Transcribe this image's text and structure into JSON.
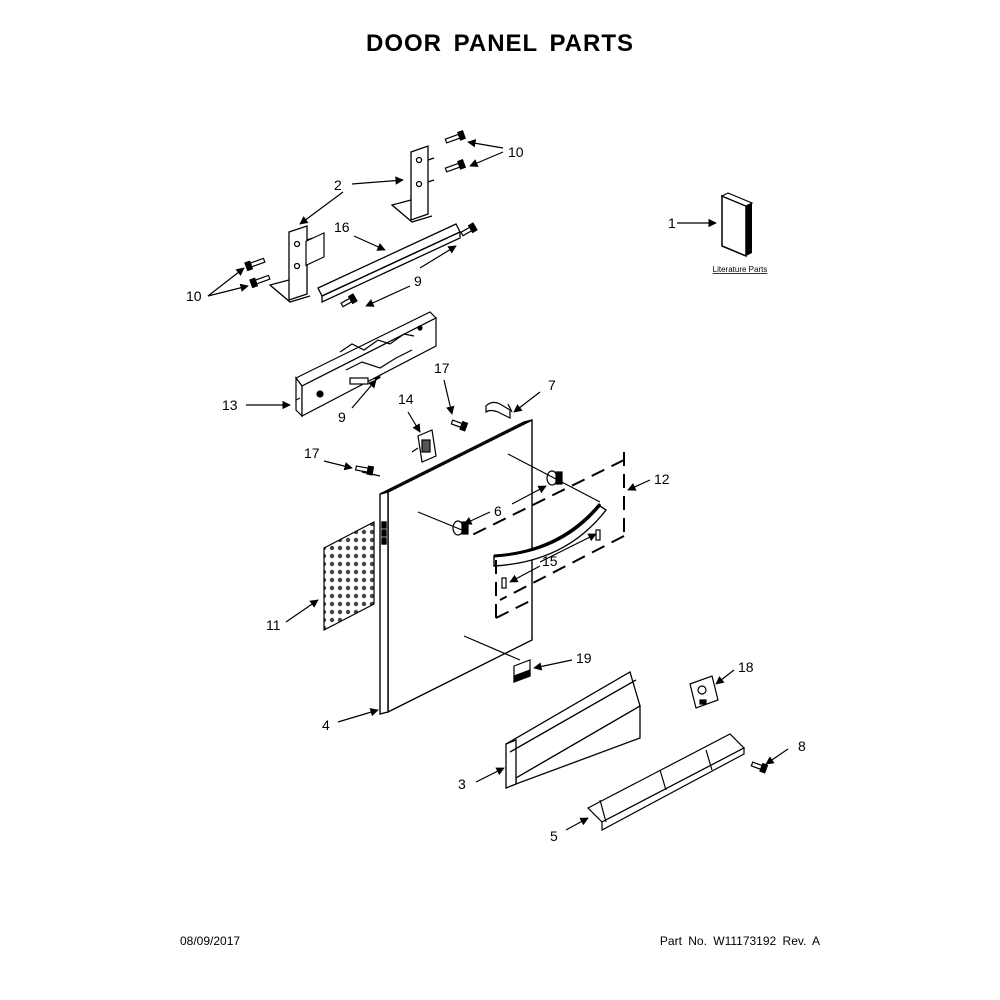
{
  "title": "DOOR PANEL PARTS",
  "footer": {
    "date": "08/09/2017",
    "part_number": "Part No.  W11173192  Rev.  A"
  },
  "literature_label": "Literature Parts",
  "callouts": {
    "c1": "1",
    "c2": "2",
    "c3": "3",
    "c4": "4",
    "c5": "5",
    "c6": "6",
    "c7": "7",
    "c8": "8",
    "c9a": "9",
    "c9b": "9",
    "c10a": "10",
    "c10b": "10",
    "c11": "11",
    "c12": "12",
    "c13": "13",
    "c14": "14",
    "c15": "15",
    "c16": "16",
    "c17a": "17",
    "c17b": "17",
    "c18": "18",
    "c19": "19"
  }
}
